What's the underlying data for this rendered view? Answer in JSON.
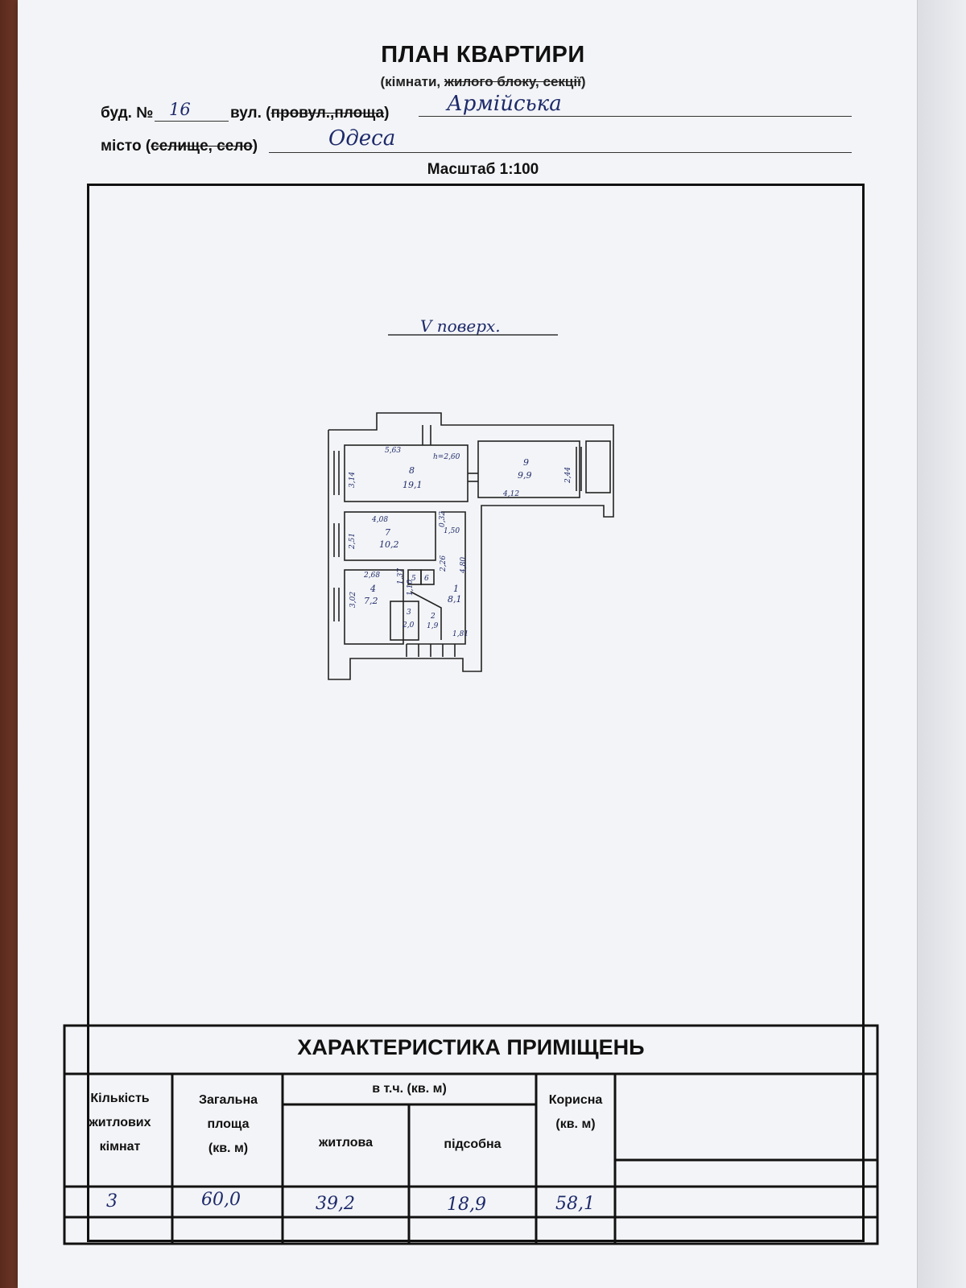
{
  "header": {
    "title": "ПЛАН КВАРТИРИ",
    "subtitle_open": "(кімнати, ",
    "subtitle_struck": "жилого блоку, секції",
    "subtitle_close": ")"
  },
  "address": {
    "building_label": "буд. №",
    "building_number": "16",
    "street_label_a": "вул. (",
    "street_label_struck": "провул.,площа",
    "street_label_b": ")",
    "street_value": "Армійська",
    "city_label_a": "місто (",
    "city_label_struck": "селище, село",
    "city_label_b": ")",
    "city_value": "Одеса"
  },
  "scale": "Масштаб 1:100",
  "plan": {
    "floor": "V поверх.",
    "rooms": [
      {
        "num": "8",
        "area": "19,1"
      },
      {
        "num": "9",
        "area": "9,9"
      },
      {
        "num": "7",
        "area": "10,2"
      },
      {
        "num": "4",
        "area": "7,2"
      },
      {
        "num": "1",
        "area": "8,1"
      },
      {
        "num": "3",
        "area": "2,0"
      },
      {
        "num": "2",
        "area": "1,9"
      },
      {
        "num": "5",
        "area": ""
      },
      {
        "num": "6",
        "area": ""
      }
    ],
    "dimensions": [
      "5,63",
      "h=2,60",
      "3,14",
      "2,44",
      "4,12",
      "4,08",
      "2,51",
      "0,32",
      "1,50",
      "2,26",
      "4,80",
      "2,68",
      "3,02",
      "1,81",
      "1,37",
      "1,10"
    ]
  },
  "characteristics": {
    "title": "ХАРАКТЕРИСТИКА ПРИМІЩЕНЬ",
    "col_rooms": [
      "Кількість",
      "житлових",
      "кімнат"
    ],
    "col_total": [
      "Загальна",
      "площа",
      "(кв. м)"
    ],
    "col_incl": "в т.ч. (кв. м)",
    "col_living": "житлова",
    "col_aux": "підсобна",
    "col_useful": [
      "Корисна",
      "(кв. м)"
    ],
    "values": {
      "rooms": "3",
      "total": "60,0",
      "living": "39,2",
      "aux": "18,9",
      "useful": "58,1"
    }
  }
}
